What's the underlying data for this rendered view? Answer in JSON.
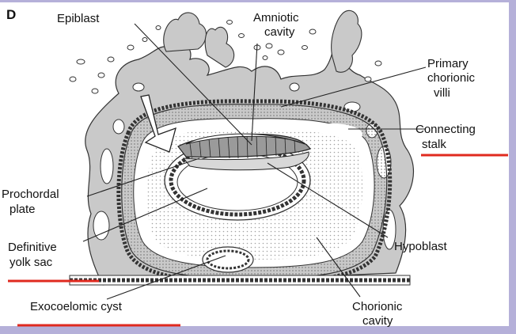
{
  "figure": {
    "panel_letter": "D",
    "labels": {
      "epiblast": "Epiblast",
      "amniotic_1": "Amniotic",
      "amniotic_2": "cavity",
      "primary_1": "Primary",
      "primary_2": "chorionic",
      "primary_3": "villi",
      "connecting_1": "Connecting",
      "connecting_2": "stalk",
      "prochordal_1": "Prochordal",
      "prochordal_2": "plate",
      "definitive_1": "Definitive",
      "definitive_2": "yolk sac",
      "hypoblast": "Hypoblast",
      "exocoelomic": "Exocoelomic cyst",
      "chorionic_1": "Chorionic",
      "chorionic_2": "cavity"
    },
    "colors": {
      "tissue": "#c9c9c9",
      "underline": "#e02a1f",
      "frame": "#b5b0d9"
    }
  }
}
